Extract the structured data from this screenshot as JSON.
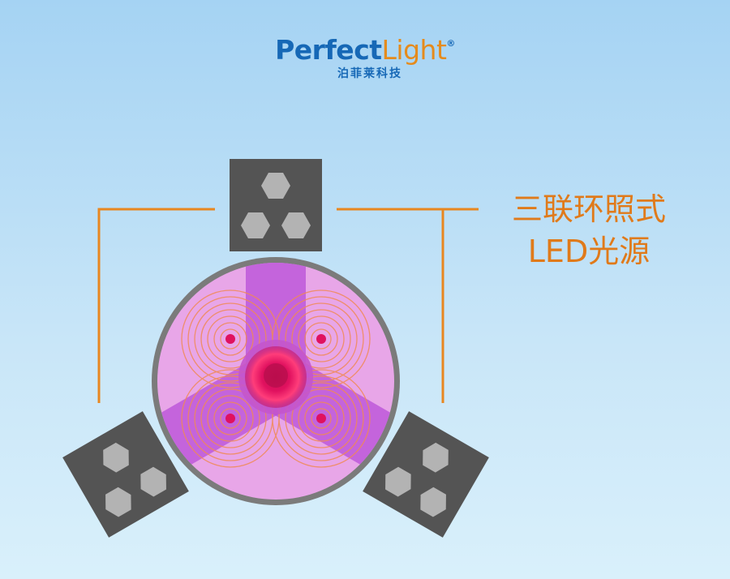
{
  "logo": {
    "word_part1": "Perfect",
    "word_part2": "Light",
    "registered": "®",
    "company_cn": "泊菲莱科技"
  },
  "title": {
    "line1": "三联环照式",
    "line2": "LED光源"
  },
  "colors": {
    "background_top": "#a5d3f3",
    "background_bottom": "#d9f0fb",
    "bracket": "#e88720",
    "title": "#e07a1a",
    "led_module": "#545454",
    "led_chip": "#b3b3b3",
    "reactor_disk": "#e8a6e8",
    "light_beam": "#b84ed8",
    "center": "#e0115f"
  },
  "icons": [
    "led-module-icon",
    "hexagon-chip-icon",
    "reactor-disk-icon"
  ]
}
